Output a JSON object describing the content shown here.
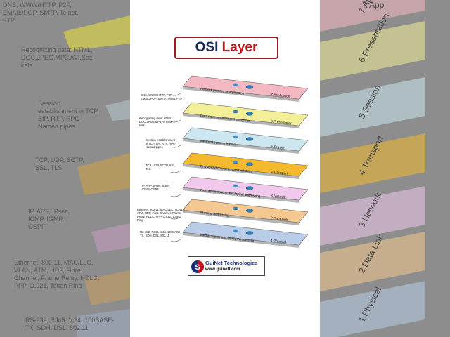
{
  "title": {
    "part1": "OSI",
    "part2": "Layer"
  },
  "layers": [
    {
      "name": "7.Application",
      "desc": "Network process to application",
      "color": "#f4b8c2"
    },
    {
      "name": "6.Presentation",
      "desc": "Data representation and encryption",
      "color": "#f3ef98"
    },
    {
      "name": "5.Session",
      "desc": "Interhost communication",
      "color": "#cce7ef"
    },
    {
      "name": "4.Transport",
      "desc": "End-to-end connection and reliability",
      "color": "#f4b92d"
    },
    {
      "name": "3.Network",
      "desc": "Path determination and logical addressing",
      "color": "#f1c9ec"
    },
    {
      "name": "2.Data Link",
      "desc": "Physical addressing",
      "color": "#f4c890"
    },
    {
      "name": "1.Physical",
      "desc": "Media, signal, and binary transmission",
      "color": "#b9cde8"
    }
  ],
  "protocols": [
    "DNS, WWW/HTTP, P2P, EMAIL/POP, SMTP, Telnet, FTP",
    "Recognizing data: HTML, DOC,JPEG,MP3,AVI,Soc kets",
    "Session establishment in TCP, SIP, RTP, RPC-Named pipes",
    "TCP, UDP, SCTP, SSL, TLS",
    "IP, ARP, IPsec, ICMP, IGMP, OSPF",
    "Ethernet, 802.11, MAC/LLC, VLAN, ATM, HDP, Fibre Channel, Frame Relay, HDLC, PPP, Q.921, Token Ring",
    "RS-232, RJ45, V.34, 100BASE-TX, SDH, DSL, 802.11"
  ],
  "background": {
    "left": [
      "DNS, WWW/HTTP, P2P, EMAIL/POP, SMTP, Telnet, FTP",
      "Recognizing data: HTML, DOC,JPEG,MP3,AVI,Soc kets",
      "Session establishment in TCP, SIP, RTP, RPC-Named pipes",
      "TCP, UDP, SCTP, SSL, TLS",
      "IP, ARP, IPsec, ICMP, IGMP, OSPF",
      "Ethernet, 802.11, MAC/LLC, VLAN, ATM, HDP, Fibre Channel, Frame Relay, HDLC, PPP, Q.921, Token Ring",
      "RS-232, RJ45, V.34, 100BASE-TX, SDH, DSL, 802.11"
    ],
    "right": [
      "7.App",
      "6.Presentation",
      "5.Session",
      "4.Transport",
      "3.Network",
      "2.Data Link",
      "1.Physical"
    ]
  },
  "logo": {
    "name": "GuiNet Technologies",
    "url": "www.guinett.com",
    "mark": "S"
  }
}
